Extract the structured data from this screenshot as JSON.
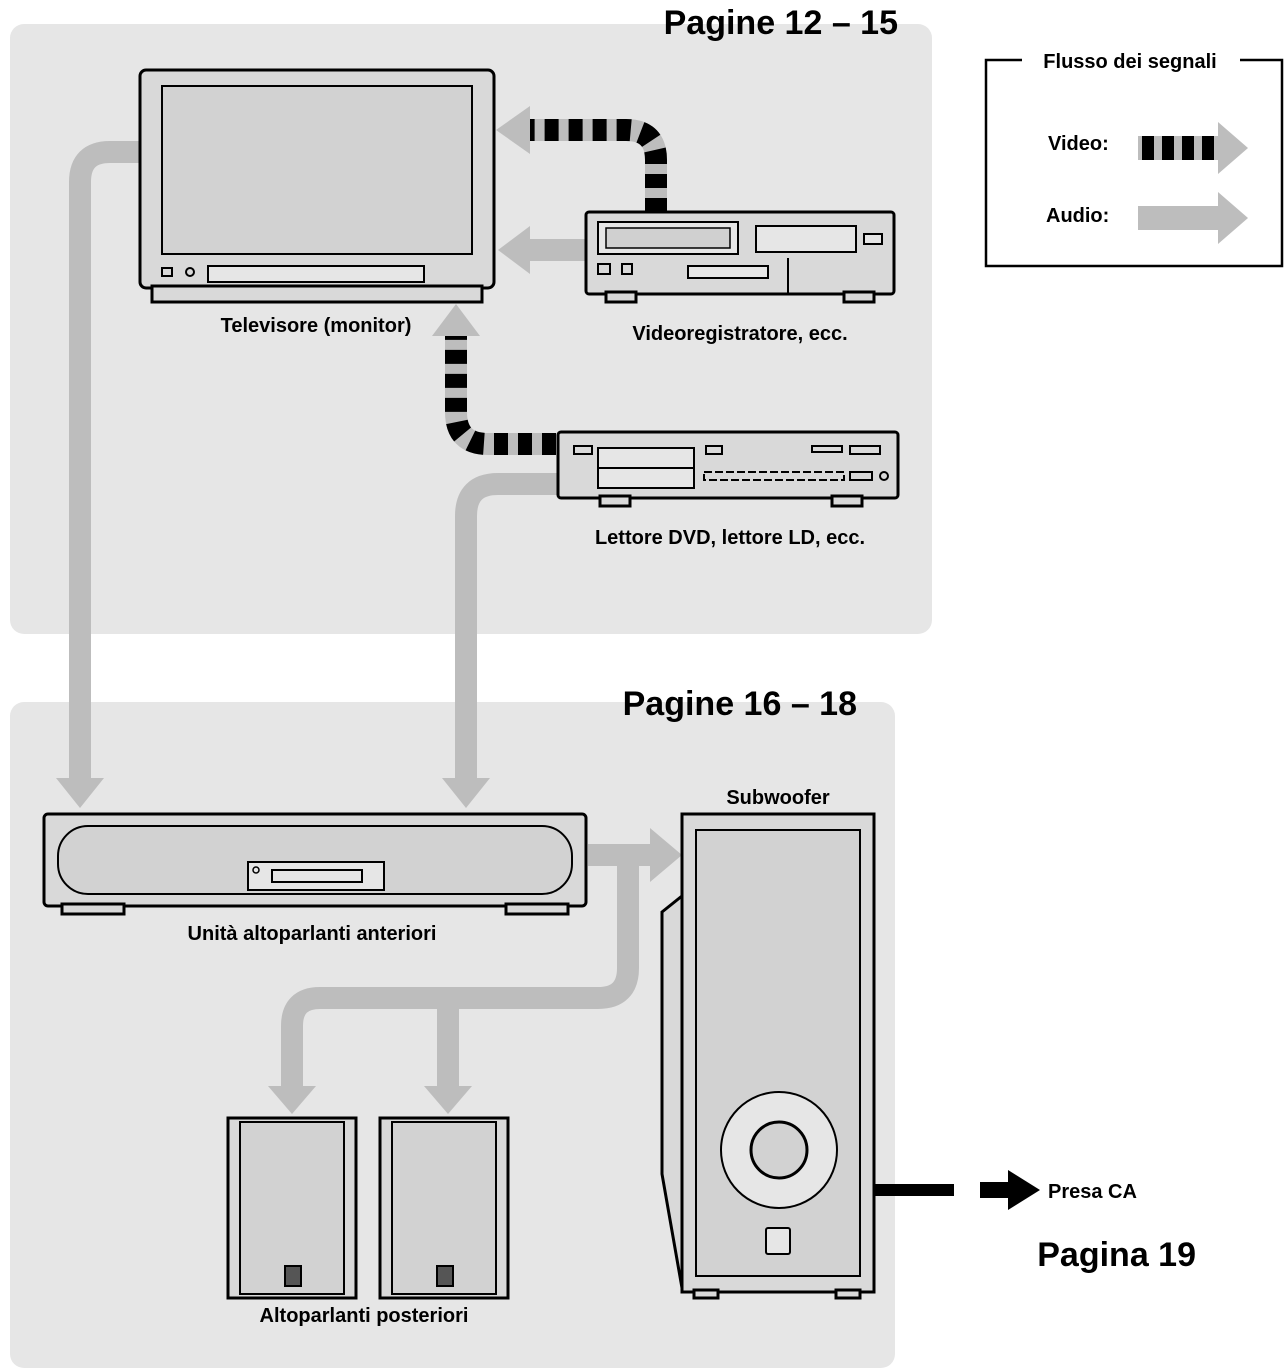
{
  "sections": {
    "top_title": "Pagine 12 – 15",
    "bottom_title": "Pagine 16 – 18",
    "power_title": "Pagina 19"
  },
  "devices": {
    "tv": "Televisore (monitor)",
    "vcr": "Videoregistratore, ecc.",
    "dvd": "Lettore DVD, lettore LD, ecc.",
    "front": "Unità altoparlanti anteriori",
    "subwoofer": "Subwoofer",
    "rear": "Altoparlanti posteriori",
    "outlet": "Presa CA"
  },
  "legend": {
    "title": "Flusso dei segnali",
    "video": "Video:",
    "audio": "Audio:"
  },
  "colors": {
    "panel": "#e6e6e6",
    "audio_arrow": "#bdbdbd",
    "video_arrow": "#000000"
  }
}
